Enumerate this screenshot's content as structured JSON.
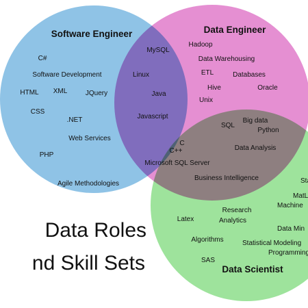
{
  "colors": {
    "software_engineer": "#8fc3e6",
    "data_engineer": "#e58fd2",
    "data_scientist": "#9ee39c"
  },
  "heading": {
    "line1": "Data Roles",
    "line2": "nd Skill Sets"
  },
  "circles": {
    "software_engineer": {
      "title": "Software Engineer",
      "skills": [
        "C#",
        "Software Development",
        "HTML",
        "XML",
        "JQuery",
        "CSS",
        ".NET",
        "Web Services",
        "PHP",
        "Agile Methodologies"
      ]
    },
    "data_engineer": {
      "title": "Data Engineer",
      "skills": [
        "Hadoop",
        "Data Warehousing",
        "ETL",
        "Databases",
        "Hive",
        "Oracle",
        "Unix"
      ]
    },
    "data_scientist": {
      "title": "Data Scientist",
      "skills": [
        "Sta",
        "MatL",
        "Machine",
        "Research",
        "Latex",
        "Analytics",
        "Data Min",
        "Algorithms",
        "Statistical Modeling",
        "Programming",
        "SAS"
      ]
    }
  },
  "overlaps": {
    "software_data_engineer": [
      "MySQL",
      "Linux",
      "Java",
      "Javascript"
    ],
    "data_engineer_scientist": [
      "Big data",
      "SQL",
      "Python",
      "Data Analysis",
      "Business Intelligence"
    ],
    "all_three": [
      "C",
      "C++",
      "Microsoft SQL Server"
    ]
  }
}
